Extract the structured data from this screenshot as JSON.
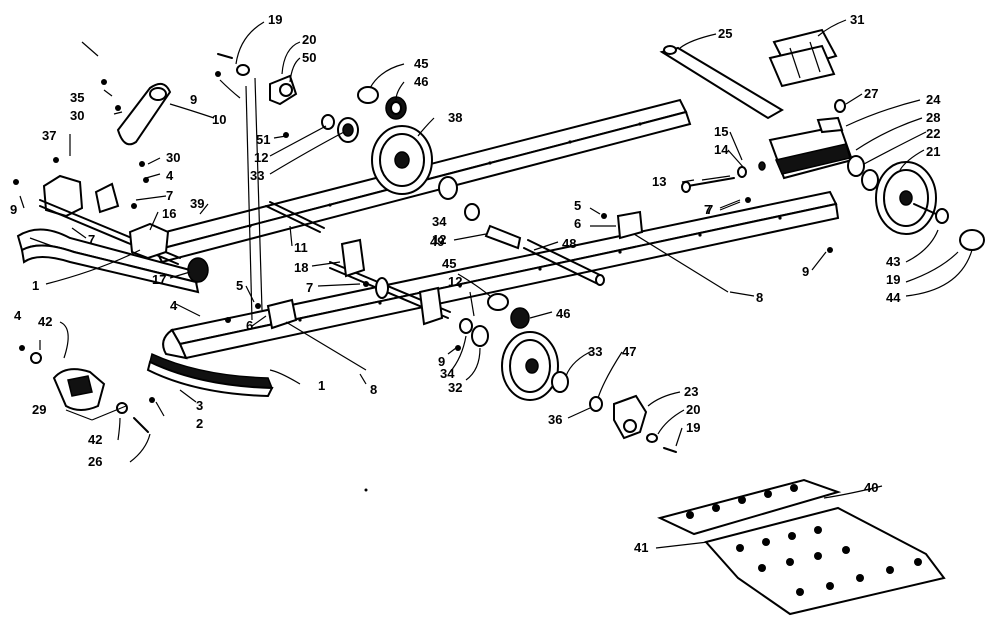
{
  "diagram": {
    "labels": [
      "19",
      "20",
      "50",
      "9",
      "51",
      "12",
      "33",
      "45",
      "46",
      "38",
      "35",
      "30",
      "10",
      "37",
      "30",
      "4",
      "7",
      "16",
      "9",
      "7",
      "39",
      "11",
      "18",
      "17",
      "5",
      "7",
      "6",
      "4",
      "42",
      "1",
      "29",
      "42",
      "26",
      "3",
      "2",
      "8",
      "9",
      "34",
      "32",
      "45",
      "12",
      "49",
      "48",
      "5",
      "6",
      "7",
      "8",
      "46",
      "33",
      "47",
      "23",
      "20",
      "19",
      "36",
      "25",
      "31",
      "27",
      "24",
      "28",
      "22",
      "21",
      "15",
      "14",
      "13",
      "7",
      "9",
      "43",
      "19",
      "44",
      "34",
      "12",
      "40",
      "41",
      "4",
      "1"
    ]
  }
}
